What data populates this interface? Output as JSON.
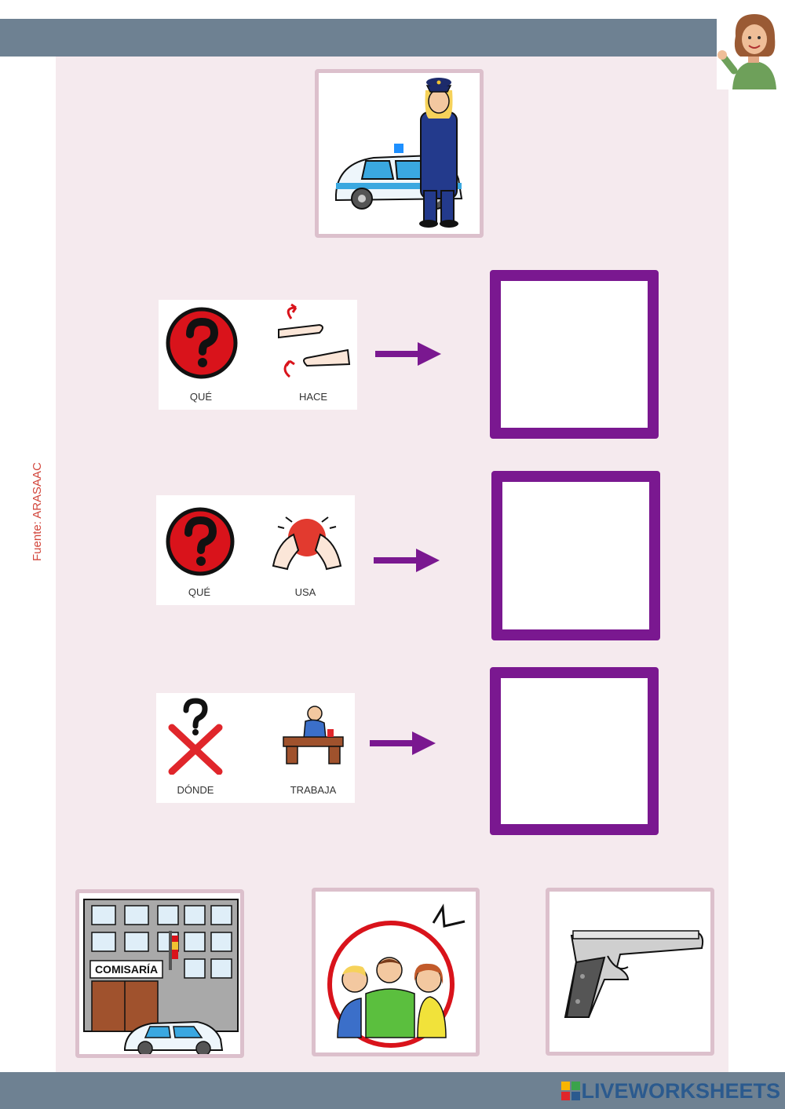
{
  "source_label": "Fuente: ARASAAC",
  "header_picture": "police-officer-with-car",
  "questions": [
    {
      "left_label": "QUÉ",
      "right_label": "HACE",
      "left_icon": "question-mark-icon",
      "right_icon": "give-hands-icon"
    },
    {
      "left_label": "QUÉ",
      "right_label": "USA",
      "left_icon": "question-mark-icon",
      "right_icon": "use-hands-icon"
    },
    {
      "left_label": "DÓNDE",
      "right_label": "TRABAJA",
      "left_icon": "where-cross-icon",
      "right_icon": "work-desk-icon"
    }
  ],
  "options": [
    {
      "name": "police-station-image",
      "sign_text": "COMISARÍA"
    },
    {
      "name": "help-people-image"
    },
    {
      "name": "pistol-image"
    }
  ],
  "brand": {
    "mark": "LIVE",
    "text": "LIVEWORKSHEETS"
  },
  "colors": {
    "bar": "#6e8192",
    "sheet": "#f5eaee",
    "answer_border": "#7a1890",
    "arrow": "#7a1890",
    "source_text": "#d2463c"
  }
}
